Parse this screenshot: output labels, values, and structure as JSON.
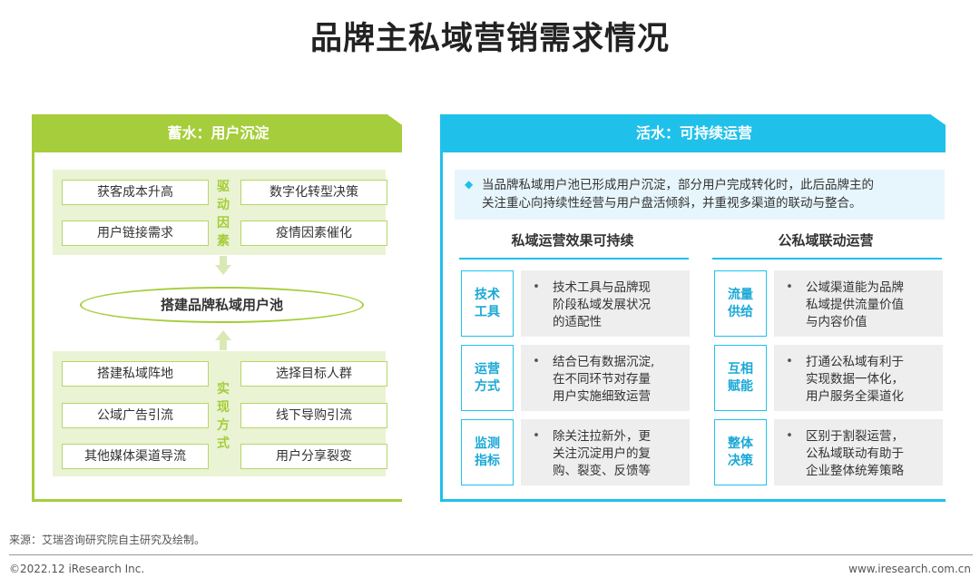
{
  "title": "品牌主私域营销需求情况",
  "left": {
    "header": "蓄水：用户沉淀",
    "driver_label": [
      "驱",
      "动",
      "因",
      "素"
    ],
    "drivers": [
      "获客成本升高",
      "数字化转型决策",
      "用户链接需求",
      "疫情因素催化"
    ],
    "center": "搭建品牌私域用户池",
    "impl_label": [
      "实",
      "现",
      "方",
      "式"
    ],
    "methods": [
      "搭建私域阵地",
      "选择目标人群",
      "公域广告引流",
      "线下导购引流",
      "其他媒体渠道导流",
      "用户分享裂变"
    ]
  },
  "right": {
    "header": "活水：可持续运营",
    "summary_line1": "当品牌私域用户池已形成用户沉淀，部分用户完成转化时，此后品牌主的",
    "summary_line2": "关注重心向持续性经营与用户盘活倾斜，并重视多渠道的联动与整合。",
    "col1_title": "私域运营效果可持续",
    "col2_title": "公私域联动运营",
    "col1": [
      {
        "tag": [
          "技术",
          "工具"
        ],
        "lines": [
          "技术工具与品牌现",
          "阶段私域发展状况",
          "的适配性"
        ]
      },
      {
        "tag": [
          "运营",
          "方式"
        ],
        "lines": [
          "结合已有数据沉淀,",
          "在不同环节对存量",
          "用户实施细致运营"
        ]
      },
      {
        "tag": [
          "监测",
          "指标"
        ],
        "lines": [
          "除关注拉新外，更",
          "关注沉淀用户的复",
          "购、裂变、反馈等"
        ]
      }
    ],
    "col2": [
      {
        "tag": [
          "流量",
          "供给"
        ],
        "lines": [
          "公域渠道能为品牌",
          "私域提供流量价值",
          "与内容价值"
        ]
      },
      {
        "tag": [
          "互相",
          "赋能"
        ],
        "lines": [
          "打通公私域有利于",
          "实现数据一体化，",
          "用户服务全渠道化"
        ]
      },
      {
        "tag": [
          "整体",
          "决策"
        ],
        "lines": [
          "区别于割裂运营，",
          "公私域联动有助于",
          "企业整体统筹策略"
        ]
      }
    ]
  },
  "footer": {
    "source": "来源：艾瑞咨询研究院自主研究及绘制。",
    "copyright": "©2022.12 iResearch Inc.",
    "website": "www.iresearch.com.cn"
  }
}
